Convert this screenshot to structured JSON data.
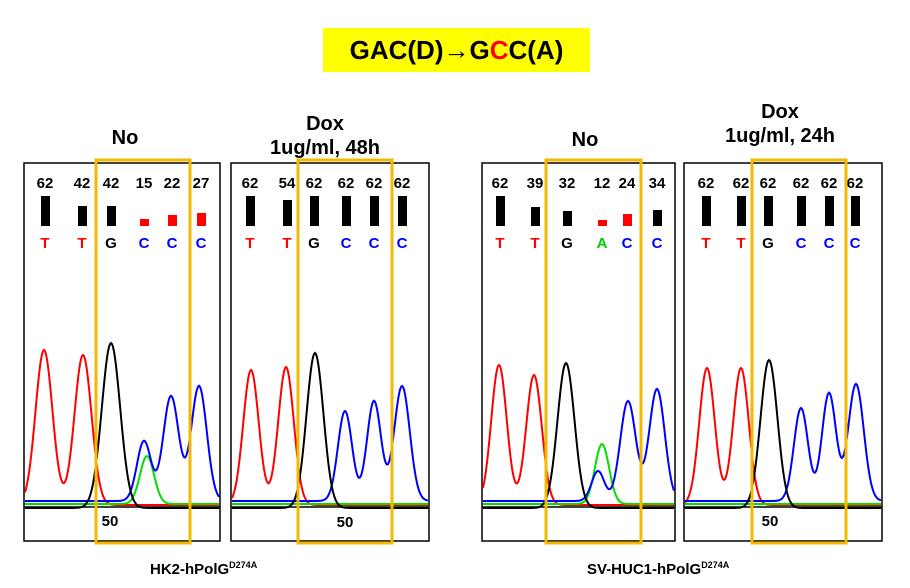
{
  "title": {
    "prefix": "GAC(D) ",
    "arrow": "→",
    "mid": " G",
    "mutant": "C",
    "suffix": "C(A)"
  },
  "colors": {
    "T": "#ff0000",
    "G": "#000000",
    "C": "#0000ff",
    "A": "#00cc00",
    "highlight": "#f5b800",
    "title_bg": "#ffff00"
  },
  "panels": [
    {
      "header_line1": "No",
      "header_line2": "",
      "qv": [
        "62",
        "42",
        "42",
        "15",
        "22",
        "27"
      ],
      "qv_values": [
        62,
        42,
        42,
        15,
        22,
        27
      ],
      "bases": [
        "T",
        "T",
        "G",
        "C",
        "C",
        "C"
      ],
      "position_label": "50"
    },
    {
      "header_line1": "Dox",
      "header_line2": "1ug/ml, 48h",
      "qv": [
        "62",
        "54",
        "62",
        "62",
        "62",
        "62"
      ],
      "qv_values": [
        62,
        54,
        62,
        62,
        62,
        62
      ],
      "bases": [
        "T",
        "T",
        "G",
        "C",
        "C",
        "C"
      ],
      "position_label": "50"
    },
    {
      "header_line1": "No",
      "header_line2": "",
      "qv": [
        "62",
        "39",
        "32",
        "12",
        "24",
        "34"
      ],
      "qv_values": [
        62,
        39,
        32,
        12,
        24,
        34
      ],
      "bases": [
        "T",
        "T",
        "G",
        "A",
        "C",
        "C"
      ],
      "position_label": ""
    },
    {
      "header_line1": "Dox",
      "header_line2": "1ug/ml, 24h",
      "qv": [
        "62",
        "62",
        "62",
        "62",
        "62",
        "62"
      ],
      "qv_values": [
        62,
        62,
        62,
        62,
        62,
        62
      ],
      "bases": [
        "T",
        "T",
        "G",
        "C",
        "C",
        "C"
      ],
      "position_label": "50"
    }
  ],
  "groups": [
    {
      "label": "HK2-hPolG",
      "superscript": "D274A"
    },
    {
      "label": "SV-HUC1-hPolG",
      "superscript": "D274A"
    }
  ]
}
